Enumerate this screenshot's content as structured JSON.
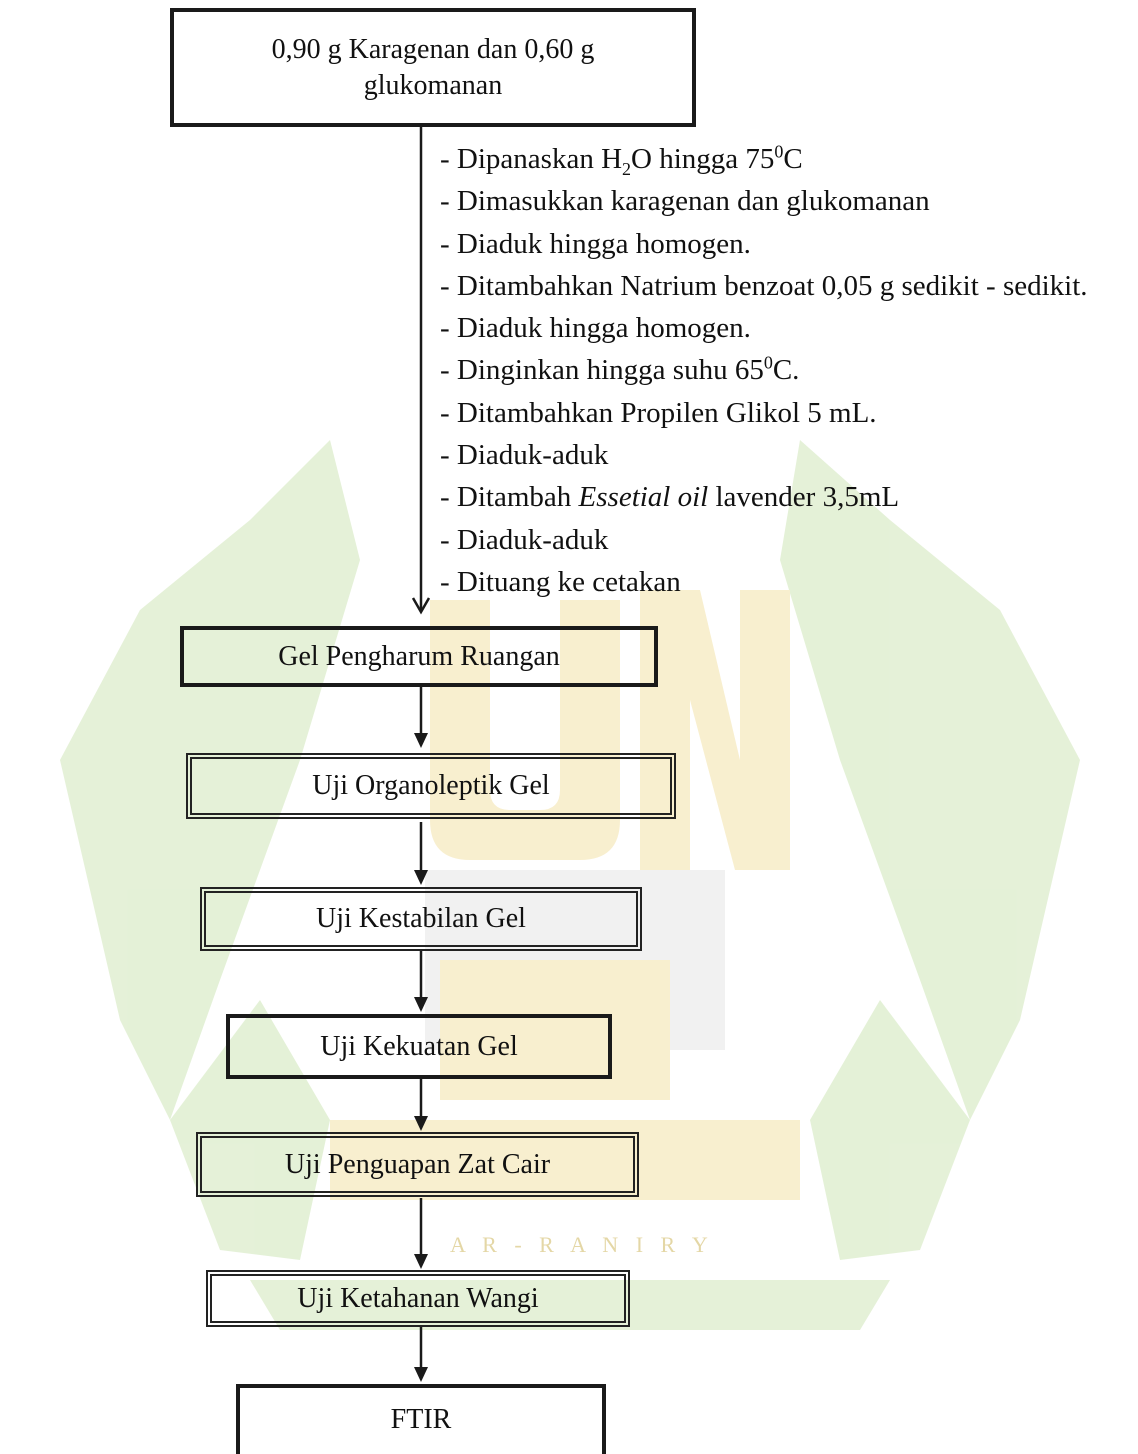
{
  "start_box": {
    "line1": "0,90 g Karagenan dan 0,60 g",
    "line2": "glukomanan"
  },
  "procedure_steps": [
    {
      "parts": [
        "Dipanaskan H",
        {
          "sub": "2"
        },
        "O hingga 75",
        {
          "sup": "0"
        },
        "C"
      ]
    },
    {
      "parts": [
        "Dimasukkan karagenan dan glukomanan"
      ]
    },
    {
      "parts": [
        "Diaduk hingga homogen."
      ]
    },
    {
      "parts": [
        "Ditambahkan Natrium benzoat 0,05 g sedikit - sedikit."
      ]
    },
    {
      "parts": [
        "Diaduk hingga homogen."
      ]
    },
    {
      "parts": [
        "Dinginkan hingga suhu 65",
        {
          "sup": "0"
        },
        "C."
      ]
    },
    {
      "parts": [
        "Ditambahkan Propilen Glikol 5 mL."
      ]
    },
    {
      "parts": [
        "Diaduk-aduk"
      ]
    },
    {
      "parts": [
        "Ditambah ",
        {
          "em": "Essetial oil"
        },
        " lavender 3,5mL"
      ]
    },
    {
      "parts": [
        "Diaduk-aduk"
      ]
    },
    {
      "parts": [
        "Dituang ke cetakan"
      ]
    }
  ],
  "result_boxes": [
    {
      "label": "Gel Pengharum Ruangan"
    },
    {
      "label": "Uji Organoleptik Gel"
    },
    {
      "label": "Uji Kestabilan Gel"
    },
    {
      "label": "Uji Kekuatan Gel"
    },
    {
      "label": "Uji Penguapan Zat Cair"
    },
    {
      "label": "Uji Ketahanan Wangi"
    },
    {
      "label": "FTIR"
    }
  ],
  "watermark": {
    "text": "A R - R A N I R Y",
    "colors": {
      "green": "#cfe6b8",
      "gold": "#f3e2a8"
    }
  }
}
